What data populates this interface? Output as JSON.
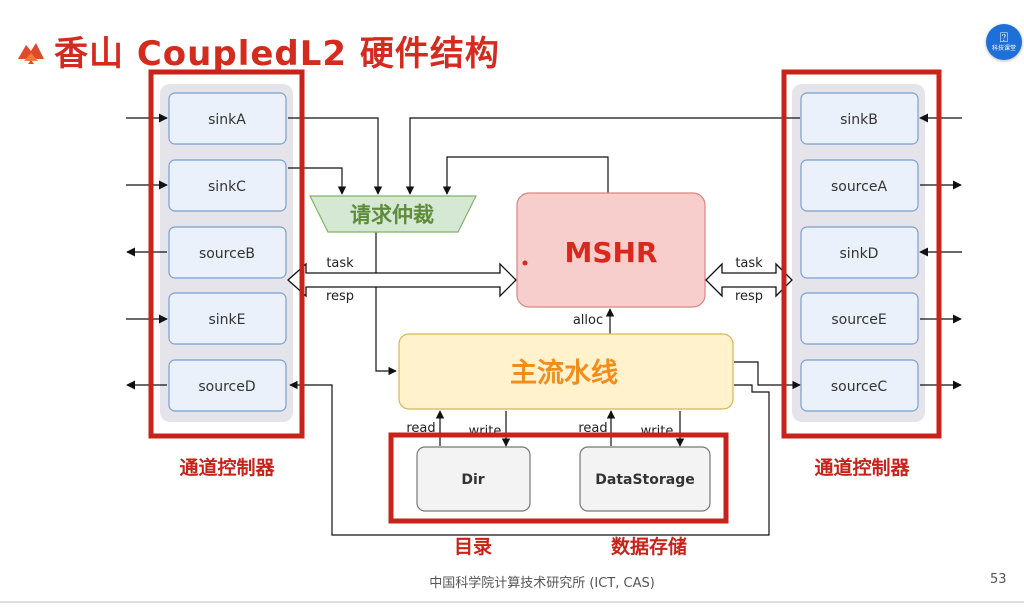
{
  "title": "香山 CoupledL2 硬件结构",
  "corner_badge": "科技课堂",
  "left_channels": [
    "sinkA",
    "sinkC",
    "sourceB",
    "sinkE",
    "sourceD"
  ],
  "right_channels": [
    "sinkB",
    "sourceA",
    "sinkD",
    "sourceE",
    "sourceC"
  ],
  "arbiter": "请求仲裁",
  "mshr": "MSHR",
  "pipeline": "主流水线",
  "dir": "Dir",
  "datastorage": "DataStorage",
  "labels": {
    "task_left": "task",
    "resp_left": "resp",
    "task_right": "task",
    "resp_right": "resp",
    "alloc": "alloc",
    "read1": "read",
    "write1": "write",
    "read2": "read",
    "write2": "write"
  },
  "left_group_label": "通道控制器",
  "right_group_label": "通道控制器",
  "dir_label": "目录",
  "ds_label": "数据存储",
  "footer": "中国科学院计算技术研究所 (ICT, CAS)",
  "page_number": "53",
  "colors": {
    "title": "#d42b1e",
    "highlight_box": "#c8231a",
    "channel_fill": "#eaf1fb",
    "channel_stroke": "#7b9fd3",
    "arbiter_fill": "#d5e8d4",
    "arbiter_text": "#5e8b3c",
    "mshr_fill": "#f8cecc",
    "mshr_text": "#d9291f",
    "pipeline_fill": "#fff2cc",
    "pipeline_text": "#f28c1a"
  }
}
